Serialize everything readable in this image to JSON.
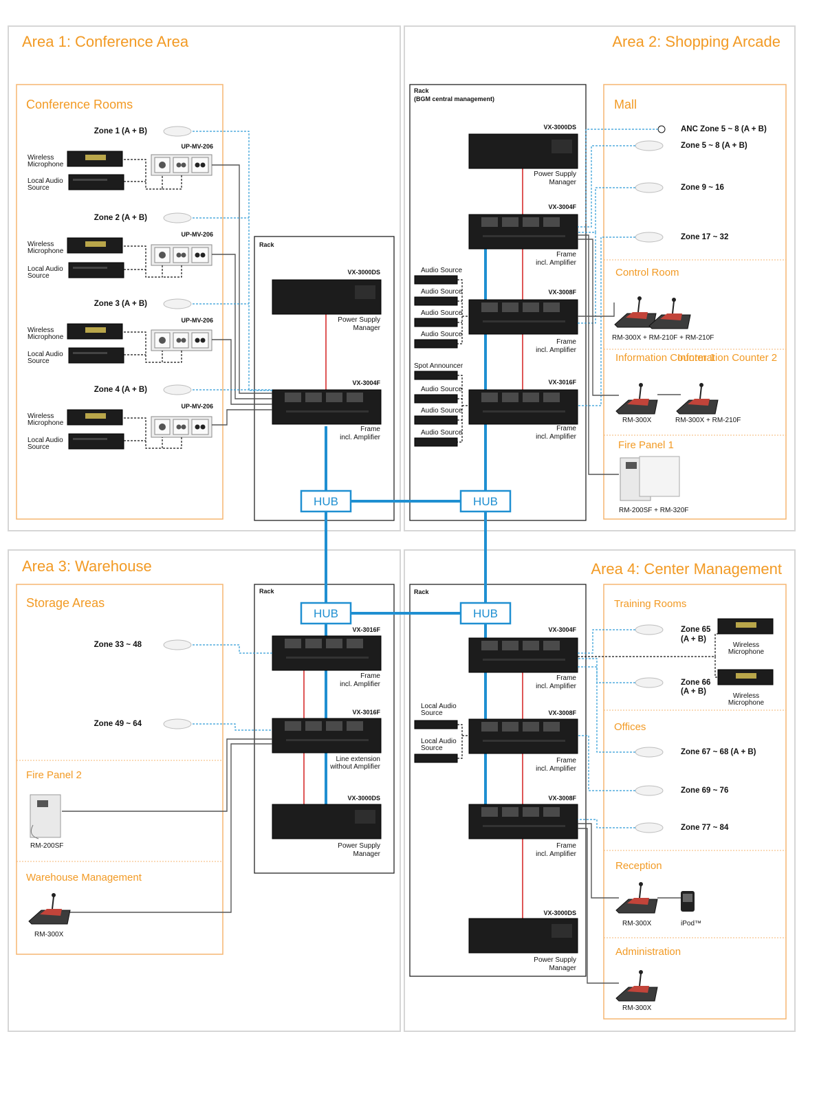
{
  "areas": {
    "a1": {
      "title": "Area 1: Conference Area",
      "sub": "Conference Rooms"
    },
    "a2": {
      "title": "Area 2: Shopping Arcade",
      "sub": "Mall"
    },
    "a3": {
      "title": "Area 3: Warehouse",
      "sub": "Storage Areas"
    },
    "a4": {
      "title": "Area 4: Center Management",
      "sub": "Training Rooms"
    }
  },
  "sections": {
    "control_room": "Control Room",
    "info1": "Information Counter 1",
    "info2": "Information Counter 2",
    "fire1": "Fire Panel 1",
    "fire2": "Fire Panel 2",
    "warehouse_mgmt": "Warehouse Management",
    "offices": "Offices",
    "reception": "Reception",
    "administration": "Administration"
  },
  "labels": {
    "rack": "Rack",
    "rack_bgm": "(BGM central management)",
    "hub": "HUB",
    "vx3000ds": "VX-3000DS",
    "vx3004f": "VX-3004F",
    "vx3008f": "VX-3008F",
    "vx3016f": "VX-3016F",
    "psm1": "Power Supply",
    "psm2": "Manager",
    "frame1": "Frame",
    "frame2": "incl. Amplifier",
    "lineext1": "Line extension",
    "lineext2": "without Amplifier",
    "up_mv_206": "UP-MV-206",
    "wm1": "Wireless",
    "wm2": "Microphone",
    "las1": "Local Audio",
    "las2": "Source",
    "audio_source": "Audio Source",
    "spot_announcer": "Spot Announcer",
    "rm300x": "RM-300X",
    "rm300x_210f_210f": "RM-300X + RM-210F + RM-210F",
    "rm300x_210f": "RM-300X + RM-210F",
    "rm200sf_320f": "RM-200SF + RM-320F",
    "rm200sf": "RM-200SF",
    "ipod": "iPod™"
  },
  "zones": {
    "z1": "Zone 1 (A + B)",
    "z2": "Zone 2 (A + B)",
    "z3": "Zone 3 (A + B)",
    "z4": "Zone 4 (A + B)",
    "anc": "ANC Zone 5 ~ 8 (A + B)",
    "z5": "Zone 5 ~ 8 (A + B)",
    "z9": "Zone 9 ~ 16",
    "z17": "Zone 17 ~ 32",
    "z33": "Zone 33 ~ 48",
    "z49": "Zone 49 ~ 64",
    "z65a": "Zone 65",
    "z65b": "(A + B)",
    "z66a": "Zone 66",
    "z66b": "(A + B)",
    "z67": "Zone 67 ~ 68 (A + B)",
    "z69": "Zone 69 ~ 76",
    "z77": "Zone 77 ~ 84"
  },
  "colors": {
    "accent": "#f29a24",
    "network": "#1f8fd1",
    "power": "#d21e1e"
  }
}
